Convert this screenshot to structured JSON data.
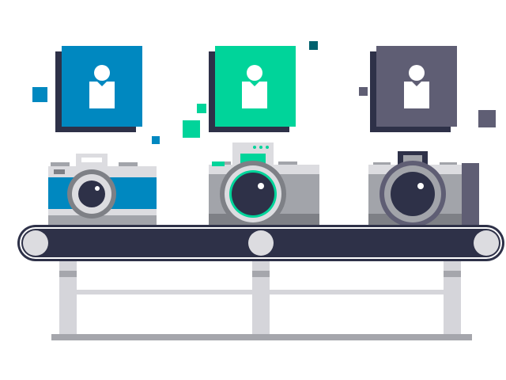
{
  "colors": {
    "dark_navy": "#2E3148",
    "card_blue": "#0088C0",
    "card_green": "#00D49A",
    "card_slate": "#5F5E74",
    "square_teal": "#00B090",
    "square_dark_teal": "#00616E",
    "camera_gray": "#A2A4AA",
    "camera_light": "#DCDCE0",
    "camera_mid": "#7E8086",
    "conveyor_leg": "#D5D5DA",
    "conveyor_beam": "#A5A6AC",
    "white": "#FFFFFF"
  },
  "illustration": {
    "profile_cards": [
      {
        "name": "profile-card-blue",
        "icon": "user-icon",
        "color": "card_blue"
      },
      {
        "name": "profile-card-green",
        "icon": "user-icon",
        "color": "card_green"
      },
      {
        "name": "profile-card-slate",
        "icon": "user-icon",
        "color": "card_slate"
      }
    ],
    "cameras": [
      {
        "name": "camera-blue",
        "icon": "camera-icon",
        "accent": "card_blue"
      },
      {
        "name": "camera-green",
        "icon": "camera-icon",
        "accent": "card_green"
      },
      {
        "name": "camera-slate",
        "icon": "camera-icon",
        "accent": "card_slate"
      }
    ],
    "conveyor": {
      "name": "conveyor-belt",
      "rollers": 3
    }
  }
}
